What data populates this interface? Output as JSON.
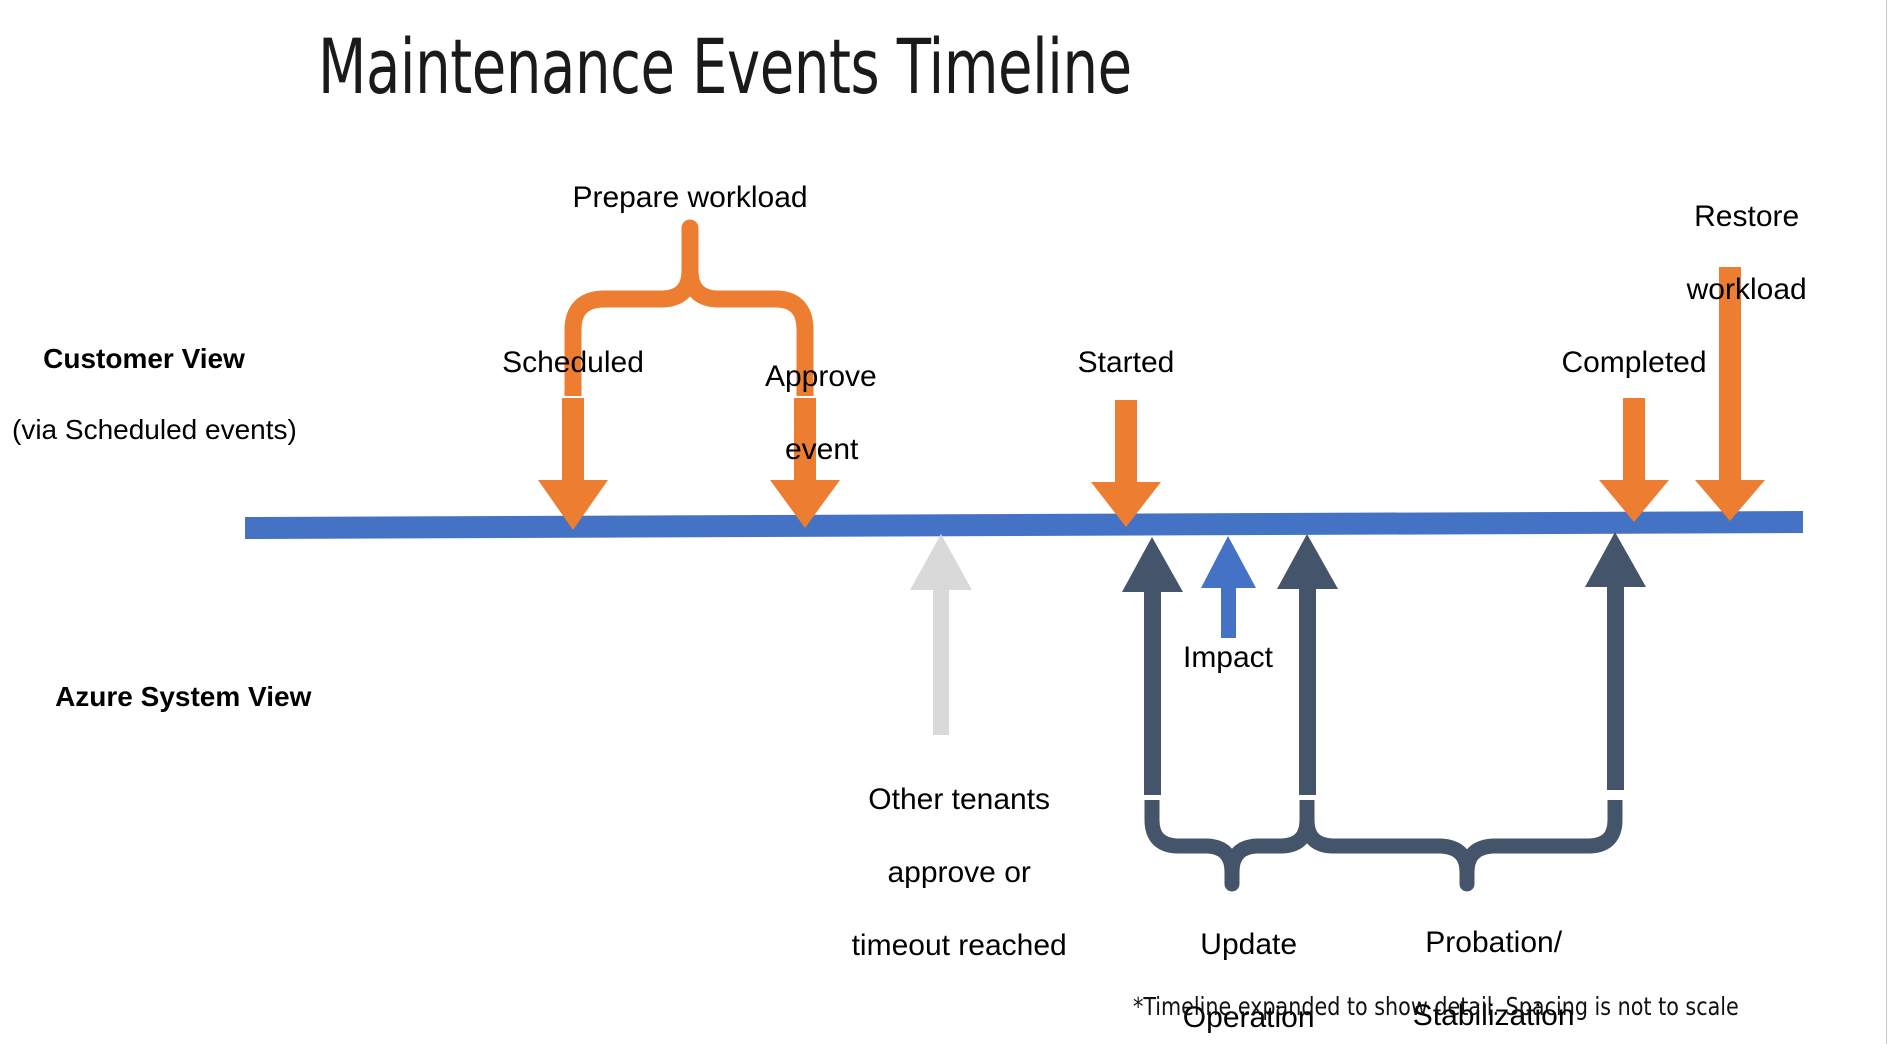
{
  "page": {
    "title": "Maintenance Events Timeline",
    "footnote": "*Timeline expanded to show detail. Spacing is not to scale",
    "background": "#FFFFFF"
  },
  "colors": {
    "timeline_bar": "#4472C4",
    "customer_arrow": "#ED7D31",
    "system_arrow": "#44546A",
    "impact_arrow": "#4472C4",
    "other_tenants_arrow": "#D9D9D9",
    "text": "#000000"
  },
  "rows": {
    "customer": {
      "title": "Customer View",
      "subtitle": "(via Scheduled events)"
    },
    "system": {
      "title": "Azure System View",
      "subtitle": ""
    }
  },
  "timeline": {
    "name": "maintenance-timeline-bar",
    "color": "#4472C4"
  },
  "customer_events": [
    {
      "id": "scheduled",
      "label": "Scheduled",
      "arrow": "down-arrow-icon",
      "color": "#ED7D31"
    },
    {
      "id": "approve-event",
      "label": "Approve event",
      "arrow": "down-arrow-icon",
      "color": "#ED7D31"
    },
    {
      "id": "started",
      "label": "Started",
      "arrow": "down-arrow-icon",
      "color": "#ED7D31"
    },
    {
      "id": "completed",
      "label": "Completed",
      "arrow": "down-arrow-icon",
      "color": "#ED7D31"
    },
    {
      "id": "restore-workload",
      "label": "Restore workload",
      "arrow": "down-arrow-icon",
      "color": "#ED7D31"
    }
  ],
  "customer_braces": [
    {
      "id": "prepare-workload",
      "label": "Prepare workload",
      "color": "#ED7D31",
      "spans": [
        "scheduled",
        "approve-event"
      ]
    }
  ],
  "system_events": [
    {
      "id": "other-tenants",
      "label": "Other tenants approve or timeout reached",
      "arrow": "up-arrow-icon",
      "color": "#D9D9D9"
    },
    {
      "id": "update-start",
      "label": "",
      "arrow": "up-arrow-icon",
      "color": "#44546A"
    },
    {
      "id": "impact",
      "label": "Impact",
      "arrow": "up-arrow-icon",
      "color": "#4472C4"
    },
    {
      "id": "update-end",
      "label": "",
      "arrow": "up-arrow-icon",
      "color": "#44546A"
    },
    {
      "id": "probation-end",
      "label": "",
      "arrow": "up-arrow-icon",
      "color": "#44546A"
    }
  ],
  "system_braces": [
    {
      "id": "update-operation",
      "label": "Update Operation",
      "color": "#44546A",
      "spans": [
        "update-start",
        "update-end"
      ]
    },
    {
      "id": "probation-stabilization",
      "label": "Probation/ Stabilization",
      "color": "#44546A",
      "spans": [
        "update-end",
        "probation-end"
      ]
    }
  ],
  "labels": {
    "prepare_workload": "Prepare workload",
    "scheduled": "Scheduled",
    "approve_event_line1": "Approve",
    "approve_event_line2": "event",
    "started": "Started",
    "completed": "Completed",
    "restore_workload_line1": "Restore",
    "restore_workload_line2": "workload",
    "impact": "Impact",
    "other_tenants_line1": "Other tenants",
    "other_tenants_line2": "approve or",
    "other_tenants_line3": "timeout reached",
    "update_operation_line1": "Update",
    "update_operation_line2": "Operation",
    "probation_line1": "Probation/",
    "probation_line2": "Stabilization"
  }
}
